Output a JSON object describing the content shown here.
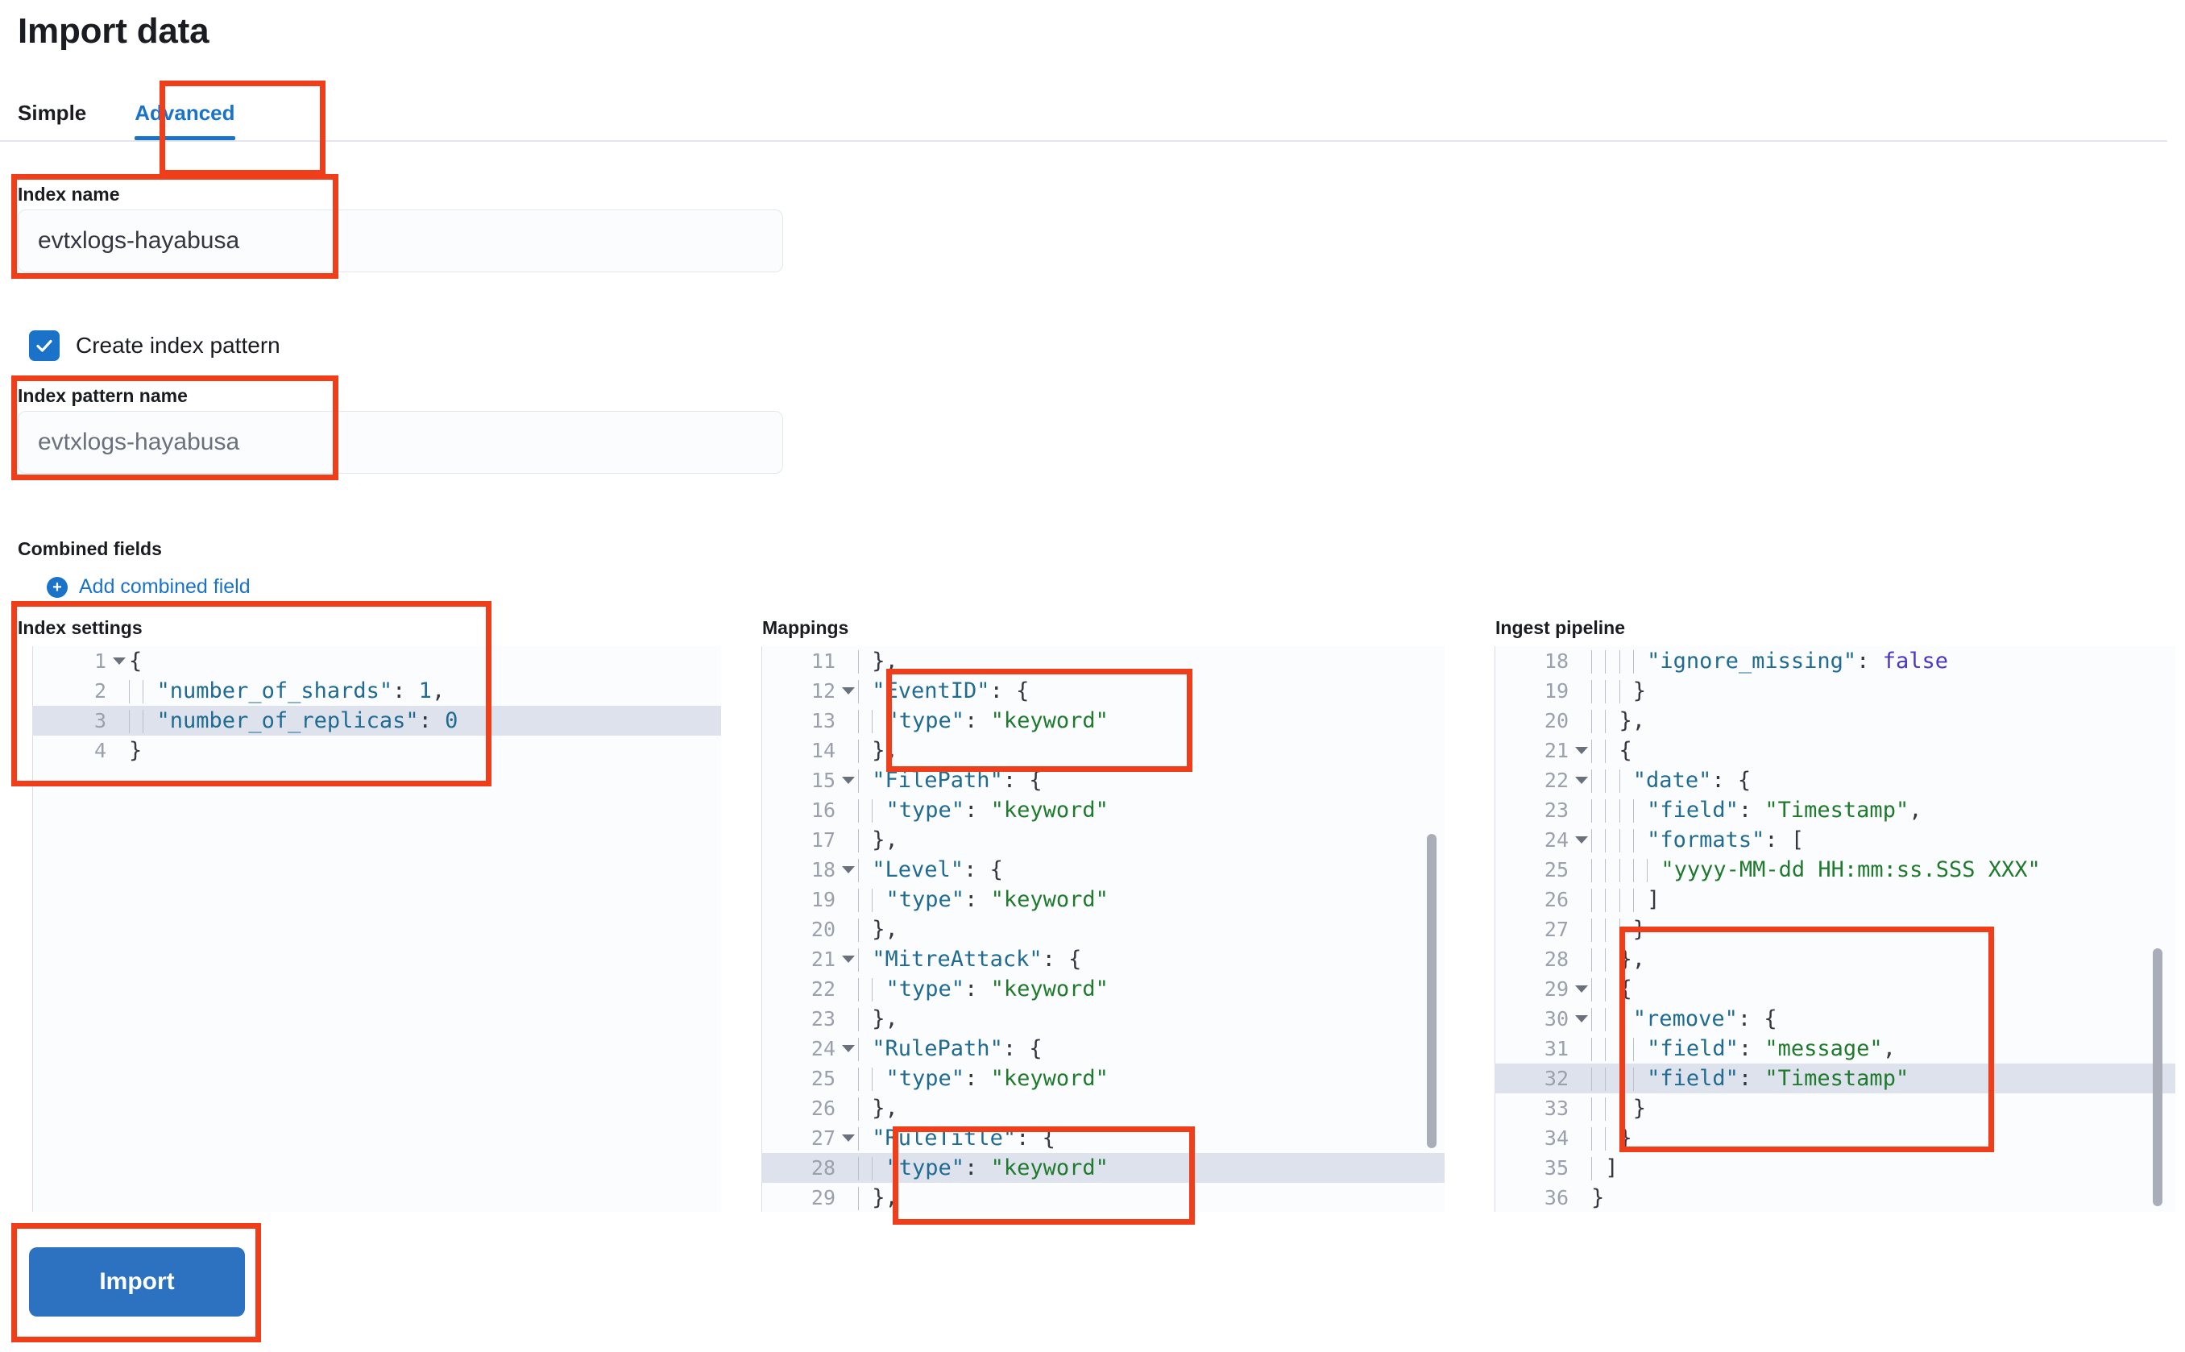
{
  "page": {
    "title": "Import data"
  },
  "tabs": [
    {
      "label": "Simple",
      "selected": false
    },
    {
      "label": "Advanced",
      "selected": true
    }
  ],
  "form": {
    "index_name_label": "Index name",
    "index_name_value": "evtxlogs-hayabusa",
    "create_index_pattern_label": "Create index pattern",
    "create_index_pattern_checked": true,
    "index_pattern_label": "Index pattern name",
    "index_pattern_placeholder": "evtxlogs-hayabusa",
    "combined_fields_label": "Combined fields",
    "add_combined_field_label": "Add combined field",
    "plus_glyph": "+"
  },
  "editors": {
    "index_settings": {
      "title": "Index settings",
      "active_line": 3,
      "lines": [
        {
          "n": 1,
          "fold": true,
          "text": "{"
        },
        {
          "n": 2,
          "fold": false,
          "text": "    \"number_of_shards\": 1,"
        },
        {
          "n": 3,
          "fold": false,
          "text": "    \"number_of_replicas\": 0"
        },
        {
          "n": 4,
          "fold": false,
          "text": "}"
        }
      ]
    },
    "mappings": {
      "title": "Mappings",
      "active_line": 28,
      "lines": [
        {
          "n": 11,
          "fold": false,
          "text": "  },"
        },
        {
          "n": 12,
          "fold": true,
          "text": "  \"EventID\": {"
        },
        {
          "n": 13,
          "fold": false,
          "text": "    \"type\": \"keyword\""
        },
        {
          "n": 14,
          "fold": false,
          "text": "  },"
        },
        {
          "n": 15,
          "fold": true,
          "text": "  \"FilePath\": {"
        },
        {
          "n": 16,
          "fold": false,
          "text": "    \"type\": \"keyword\""
        },
        {
          "n": 17,
          "fold": false,
          "text": "  },"
        },
        {
          "n": 18,
          "fold": true,
          "text": "  \"Level\": {"
        },
        {
          "n": 19,
          "fold": false,
          "text": "    \"type\": \"keyword\""
        },
        {
          "n": 20,
          "fold": false,
          "text": "  },"
        },
        {
          "n": 21,
          "fold": true,
          "text": "  \"MitreAttack\": {"
        },
        {
          "n": 22,
          "fold": false,
          "text": "    \"type\": \"keyword\""
        },
        {
          "n": 23,
          "fold": false,
          "text": "  },"
        },
        {
          "n": 24,
          "fold": true,
          "text": "  \"RulePath\": {"
        },
        {
          "n": 25,
          "fold": false,
          "text": "    \"type\": \"keyword\""
        },
        {
          "n": 26,
          "fold": false,
          "text": "  },"
        },
        {
          "n": 27,
          "fold": true,
          "text": "  \"RuleTitle\": {"
        },
        {
          "n": 28,
          "fold": false,
          "text": "    \"type\": \"keyword\""
        },
        {
          "n": 29,
          "fold": false,
          "text": "  },"
        }
      ]
    },
    "ingest_pipeline": {
      "title": "Ingest pipeline",
      "active_line": 32,
      "lines": [
        {
          "n": 18,
          "fold": false,
          "text": "        \"ignore_missing\": false"
        },
        {
          "n": 19,
          "fold": false,
          "text": "      }"
        },
        {
          "n": 20,
          "fold": false,
          "text": "    },"
        },
        {
          "n": 21,
          "fold": true,
          "text": "    {"
        },
        {
          "n": 22,
          "fold": true,
          "text": "      \"date\": {"
        },
        {
          "n": 23,
          "fold": false,
          "text": "        \"field\": \"Timestamp\","
        },
        {
          "n": 24,
          "fold": true,
          "text": "        \"formats\": ["
        },
        {
          "n": 25,
          "fold": false,
          "text": "          \"yyyy-MM-dd HH:mm:ss.SSS XXX\""
        },
        {
          "n": 26,
          "fold": false,
          "text": "        ]"
        },
        {
          "n": 27,
          "fold": false,
          "text": "      }"
        },
        {
          "n": 28,
          "fold": false,
          "text": "    },"
        },
        {
          "n": 29,
          "fold": true,
          "text": "    {"
        },
        {
          "n": 30,
          "fold": true,
          "text": "      \"remove\": {"
        },
        {
          "n": 31,
          "fold": false,
          "text": "        \"field\": \"message\","
        },
        {
          "n": 32,
          "fold": false,
          "text": "        \"field\": \"Timestamp\""
        },
        {
          "n": 33,
          "fold": false,
          "text": "      }"
        },
        {
          "n": 34,
          "fold": false,
          "text": "    }"
        },
        {
          "n": 35,
          "fold": false,
          "text": "  ]"
        },
        {
          "n": 36,
          "fold": false,
          "text": "}"
        }
      ]
    }
  },
  "actions": {
    "import_label": "Import"
  },
  "colors": {
    "accent": "#1a73c8",
    "primary_button": "#2d72c0",
    "annotation": "#ef3e19",
    "code_key": "#1f6b91",
    "code_string": "#1f7a2e",
    "code_boolean": "#4a37c8"
  }
}
